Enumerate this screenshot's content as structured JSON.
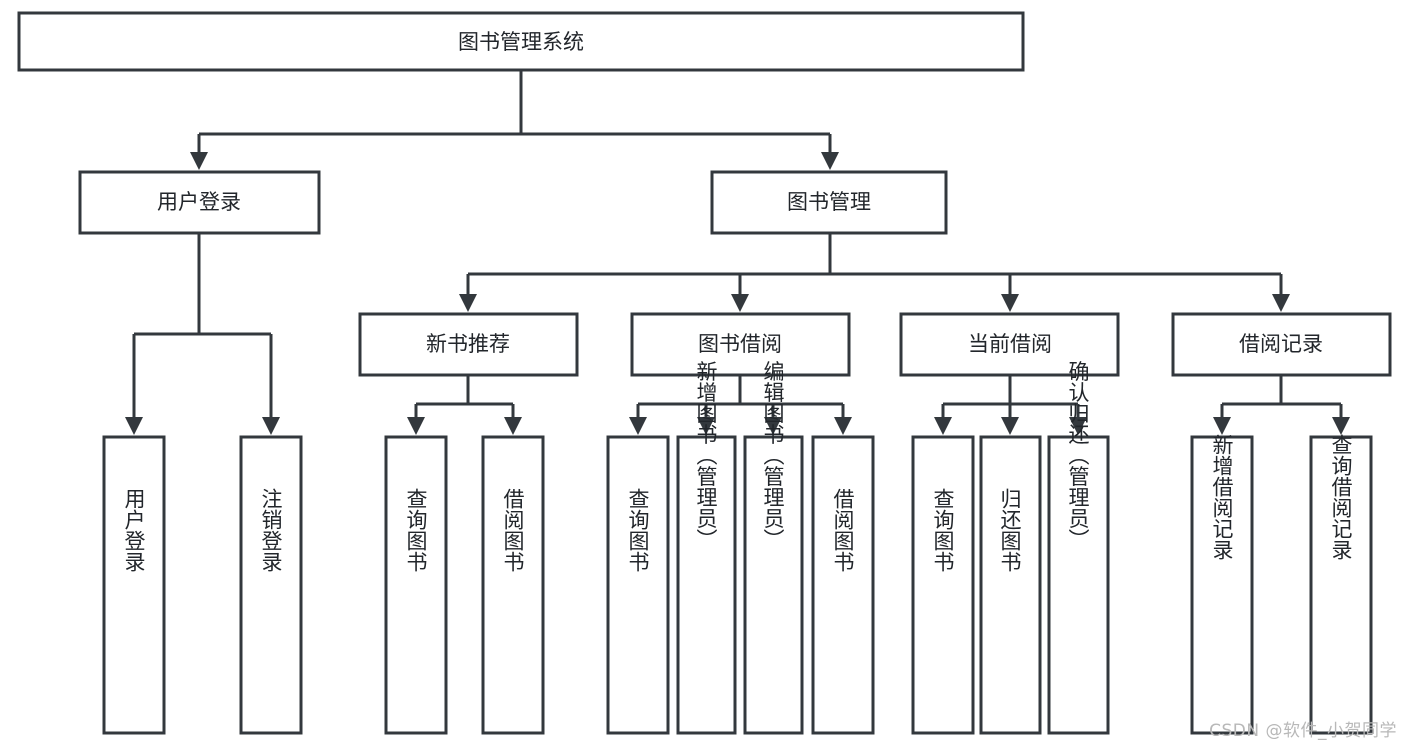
{
  "diagram": {
    "type": "tree-hierarchy",
    "title": "图书管理系统",
    "orientation": "top-down",
    "watermark": "CSDN @软件_小贺同学",
    "colors": {
      "box_fill": "#ffffff",
      "box_stroke": "#33383d",
      "connector": "#33383d",
      "text": "#22262b",
      "watermark": "#b8b8b8",
      "background": "#ffffff"
    },
    "nodes": {
      "root": {
        "label": "图书管理系统",
        "level": 0,
        "orientation": "horizontal"
      },
      "level1": [
        {
          "id": "user-login",
          "label": "用户登录",
          "orientation": "horizontal"
        },
        {
          "id": "book-manage",
          "label": "图书管理",
          "orientation": "horizontal"
        }
      ],
      "level2": [
        {
          "id": "new-book-recommend",
          "label": "新书推荐",
          "parent": "book-manage",
          "orientation": "horizontal"
        },
        {
          "id": "book-borrow",
          "label": "图书借阅",
          "parent": "book-manage",
          "orientation": "horizontal"
        },
        {
          "id": "current-borrow",
          "label": "当前借阅",
          "parent": "book-manage",
          "orientation": "horizontal"
        },
        {
          "id": "borrow-record",
          "label": "借阅记录",
          "parent": "book-manage",
          "orientation": "horizontal"
        }
      ],
      "leaves": [
        {
          "id": "leaf-user-login",
          "label": "用户登录",
          "parent": "user-login",
          "orientation": "vertical"
        },
        {
          "id": "leaf-user-logout",
          "label": "注销登录",
          "parent": "user-login",
          "orientation": "vertical"
        },
        {
          "id": "leaf-query-book-1",
          "label": "查询图书",
          "parent": "new-book-recommend",
          "orientation": "vertical"
        },
        {
          "id": "leaf-borrow-book-1",
          "label": "借阅图书",
          "parent": "new-book-recommend",
          "orientation": "vertical"
        },
        {
          "id": "leaf-query-book-2",
          "label": "查询图书",
          "parent": "book-borrow",
          "orientation": "vertical"
        },
        {
          "id": "leaf-add-book",
          "label": "新增图书（管理员）",
          "parent": "book-borrow",
          "orientation": "vertical"
        },
        {
          "id": "leaf-edit-book",
          "label": "编辑图书（管理员）",
          "parent": "book-borrow",
          "orientation": "vertical"
        },
        {
          "id": "leaf-borrow-book-2",
          "label": "借阅图书",
          "parent": "book-borrow",
          "orientation": "vertical"
        },
        {
          "id": "leaf-query-book-3",
          "label": "查询图书",
          "parent": "current-borrow",
          "orientation": "vertical"
        },
        {
          "id": "leaf-return-book",
          "label": "归还图书",
          "parent": "current-borrow",
          "orientation": "vertical"
        },
        {
          "id": "leaf-confirm-return",
          "label": "确认归还（管理员）",
          "parent": "current-borrow",
          "orientation": "vertical"
        },
        {
          "id": "leaf-add-record",
          "label": "新增借阅记录",
          "parent": "borrow-record",
          "orientation": "vertical"
        },
        {
          "id": "leaf-query-record",
          "label": "查询借阅记录",
          "parent": "borrow-record",
          "orientation": "vertical"
        }
      ]
    }
  }
}
